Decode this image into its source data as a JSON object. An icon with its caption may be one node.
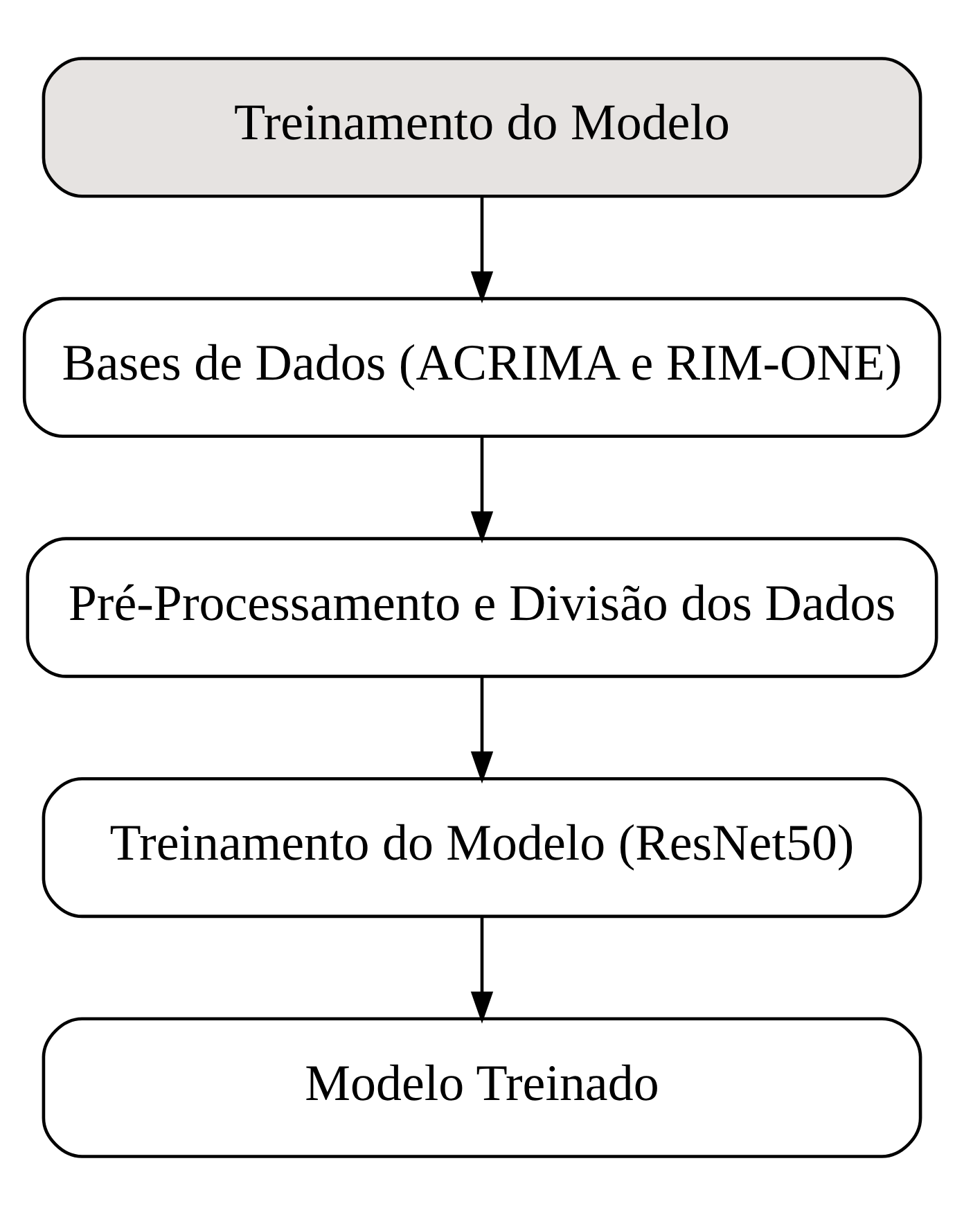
{
  "diagram": {
    "nodes": [
      {
        "text": [
          "Treinamento do Modelo"
        ]
      },
      {
        "text": [
          "Bases de Dados (ACRIMA e RIM-ONE)"
        ]
      },
      {
        "text": [
          "Pré-Processamento e Divisão dos Dados"
        ]
      },
      {
        "text": [
          "Treinamento do Modelo (ResNet50)"
        ]
      },
      {
        "text": [
          "Modelo Treinado"
        ]
      }
    ],
    "edges": [
      {
        "from": 0,
        "to": 1,
        "arrow": "to"
      },
      {
        "from": 1,
        "to": 2,
        "arrow": "to"
      },
      {
        "from": 2,
        "to": 3,
        "arrow": "to"
      },
      {
        "from": 3,
        "to": 4,
        "arrow": "to"
      }
    ]
  }
}
